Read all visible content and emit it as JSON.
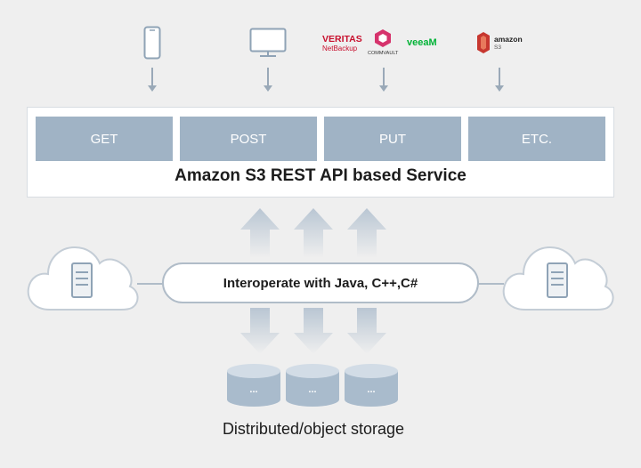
{
  "clients": {
    "icons": [
      "mobile-phone-icon",
      "desktop-monitor-icon"
    ],
    "logos": {
      "veritas_line1": "VERITAS",
      "veritas_line2": "NetBackup",
      "commvault": "COMMVAULT",
      "veeam": "veeaM",
      "aws_line1": "amazon",
      "aws_line2": "S3"
    }
  },
  "service": {
    "methods": [
      "GET",
      "POST",
      "PUT",
      "ETC."
    ],
    "title": "Amazon S3 REST API based Service"
  },
  "interop": {
    "label": "Interoperate with Java, C++,C#"
  },
  "storage": {
    "disk_label": "...",
    "caption": "Distributed/object storage"
  },
  "colors": {
    "method_fill": "#a0b3c5",
    "arrow": "#9aa9b8",
    "veritas_red": "#c8102e",
    "commvault": "#d6336c",
    "veeam_green": "#00b336",
    "aws_red": "#c7372f",
    "background": "#efefef"
  }
}
